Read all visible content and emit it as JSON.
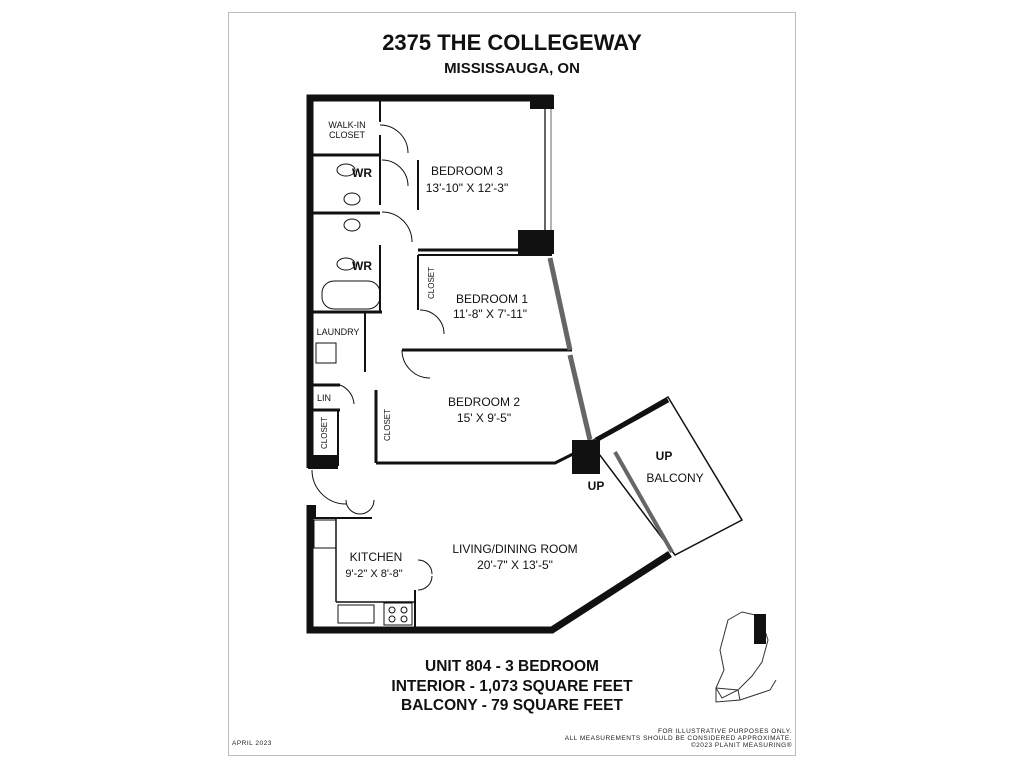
{
  "header": {
    "title": "2375 THE COLLEGEWAY",
    "subtitle": "MISSISSAUGA, ON"
  },
  "rooms": {
    "walkin_closet_line1": "WALK-IN",
    "walkin_closet_line2": "CLOSET",
    "wr_upper": "WR",
    "wr_lower": "WR",
    "bedroom3_name": "BEDROOM 3",
    "bedroom3_dims": "13'-10\" X 12'-3\"",
    "bedroom1_name": "BEDROOM 1",
    "bedroom1_dims": "11'-8\" X 7'-11\"",
    "bedroom2_name": "BEDROOM 2",
    "bedroom2_dims": "15' X 9'-5\"",
    "closet_b1": "CLOSET",
    "closet_b2": "CLOSET",
    "closet_hall": "CLOSET",
    "laundry": "LAUNDRY",
    "lin": "LIN",
    "kitchen_name": "KITCHEN",
    "kitchen_dims": "9'-2\" X 8'-8\"",
    "living_name": "LIVING/DINING ROOM",
    "living_dims": "20'-7\" X 13'-5\"",
    "balcony": "BALCONY",
    "up_left": "UP",
    "up_right": "UP"
  },
  "footer": {
    "line1": "UNIT 804 - 3 BEDROOM",
    "line2": "INTERIOR - 1,073 SQUARE FEET",
    "line3": "BALCONY - 79 SQUARE FEET"
  },
  "notes": {
    "date": "APRIL 2023",
    "disclaimer1": "FOR ILLUSTRATIVE PURPOSES ONLY.",
    "disclaimer2": "ALL MEASUREMENTS SHOULD BE CONSIDERED APPROXIMATE.",
    "copyright": "©2023 PLANIT MEASURING®"
  },
  "colors": {
    "wall": "#111111",
    "window": "#666666",
    "border": "#bdbdbd"
  }
}
